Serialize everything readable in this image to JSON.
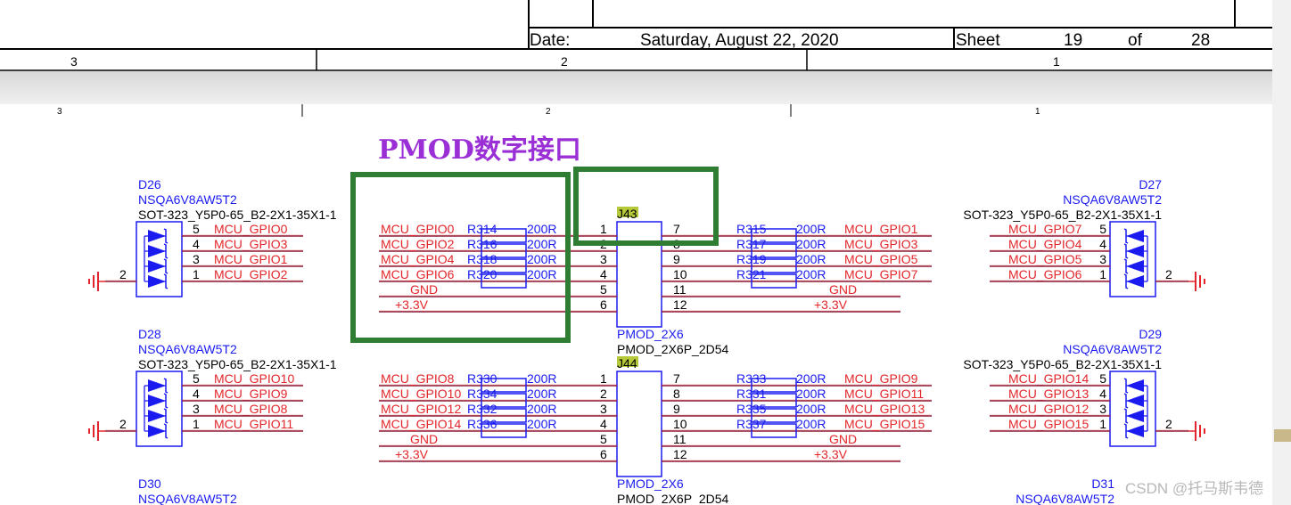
{
  "title_block": {
    "date_label": "Date:",
    "date_value": "Saturday, August 22, 2020",
    "sheet_label": "Sheet",
    "sheet_number": "19",
    "of_label": "of",
    "sheet_total": "28"
  },
  "zones_top": [
    "3",
    "2",
    "1"
  ],
  "zones_page": [
    "3",
    "2",
    "1"
  ],
  "heading": "PMOD数字接口",
  "colors": {
    "net_text": "#e3262b",
    "wire": "#8a1f3c",
    "part": "#1b1bf0",
    "heading": "#9b2fd6",
    "highlight_box": "#2f7d32",
    "ref_highlight": "#b5c93a"
  },
  "diode_arrays": [
    {
      "ref": "D26",
      "part": "NSQA6V8AW5T2",
      "footprint": "SOT-323_Y5P0-65_B2-2X1-35X1-1",
      "gnd_pin": "2",
      "pins": [
        {
          "num": "5",
          "net": "MCU_GPIO0"
        },
        {
          "num": "4",
          "net": "MCU_GPIO3"
        },
        {
          "num": "3",
          "net": "MCU_GPIO1"
        },
        {
          "num": "1",
          "net": "MCU_GPIO2"
        }
      ]
    },
    {
      "ref": "D28",
      "part": "NSQA6V8AW5T2",
      "footprint": "SOT-323_Y5P0-65_B2-2X1-35X1-1",
      "gnd_pin": "2",
      "pins": [
        {
          "num": "5",
          "net": "MCU_GPIO10"
        },
        {
          "num": "4",
          "net": "MCU_GPIO9"
        },
        {
          "num": "3",
          "net": "MCU_GPIO8"
        },
        {
          "num": "1",
          "net": "MCU_GPIO11"
        }
      ]
    },
    {
      "ref": "D30",
      "part": "NSQA6V8AW5T2"
    },
    {
      "ref": "D27",
      "part": "NSQA6V8AW5T2",
      "footprint": "SOT-323_Y5P0-65_B2-2X1-35X1-1",
      "gnd_pin": "2",
      "pins": [
        {
          "num": "5",
          "net": "MCU_GPIO7"
        },
        {
          "num": "4",
          "net": "MCU_GPIO4"
        },
        {
          "num": "3",
          "net": "MCU_GPIO5"
        },
        {
          "num": "1",
          "net": "MCU_GPIO6"
        }
      ]
    },
    {
      "ref": "D29",
      "part": "NSQA6V8AW5T2",
      "footprint": "SOT-323_Y5P0-65_B2-2X1-35X1-1",
      "gnd_pin": "2",
      "pins": [
        {
          "num": "5",
          "net": "MCU_GPIO14"
        },
        {
          "num": "4",
          "net": "MCU_GPIO13"
        },
        {
          "num": "3",
          "net": "MCU_GPIO12"
        },
        {
          "num": "1",
          "net": "MCU_GPIO15"
        }
      ]
    },
    {
      "ref": "D31",
      "part": "NSQA6V8AW5T2"
    }
  ],
  "connectors": [
    {
      "ref": "J43",
      "value": "PMOD_2X6",
      "footprint": "PMOD_2X6P_2D54",
      "left": [
        {
          "pin": "1",
          "net": "MCU_GPIO0",
          "res": "R314",
          "res_val": "200R"
        },
        {
          "pin": "2",
          "net": "MCU_GPIO2",
          "res": "R316",
          "res_val": "200R"
        },
        {
          "pin": "3",
          "net": "MCU_GPIO4",
          "res": "R318",
          "res_val": "200R"
        },
        {
          "pin": "4",
          "net": "MCU_GPIO6",
          "res": "R320",
          "res_val": "200R"
        },
        {
          "pin": "5",
          "net": "GND"
        },
        {
          "pin": "6",
          "net": "+3.3V"
        }
      ],
      "right": [
        {
          "pin": "7",
          "net": "MCU_GPIO1",
          "res": "R315",
          "res_val": "200R"
        },
        {
          "pin": "8",
          "net": "MCU_GPIO3",
          "res": "R317",
          "res_val": "200R"
        },
        {
          "pin": "9",
          "net": "MCU_GPIO5",
          "res": "R319",
          "res_val": "200R"
        },
        {
          "pin": "10",
          "net": "MCU_GPIO7",
          "res": "R321",
          "res_val": "200R"
        },
        {
          "pin": "11",
          "net": "GND"
        },
        {
          "pin": "12",
          "net": "+3.3V"
        }
      ]
    },
    {
      "ref": "J44",
      "value": "PMOD_2X6",
      "footprint": "PMOD_2X6P_2D54",
      "left": [
        {
          "pin": "1",
          "net": "MCU_GPIO8",
          "res": "R330",
          "res_val": "200R"
        },
        {
          "pin": "2",
          "net": "MCU_GPIO10",
          "res": "R334",
          "res_val": "200R"
        },
        {
          "pin": "3",
          "net": "MCU_GPIO12",
          "res": "R332",
          "res_val": "200R"
        },
        {
          "pin": "4",
          "net": "MCU_GPIO14",
          "res": "R336",
          "res_val": "200R"
        },
        {
          "pin": "5",
          "net": "GND"
        },
        {
          "pin": "6",
          "net": "+3.3V"
        }
      ],
      "right": [
        {
          "pin": "7",
          "net": "MCU_GPIO9",
          "res": "R333",
          "res_val": "200R"
        },
        {
          "pin": "8",
          "net": "MCU_GPIO11",
          "res": "R331",
          "res_val": "200R"
        },
        {
          "pin": "9",
          "net": "MCU_GPIO13",
          "res": "R335",
          "res_val": "200R"
        },
        {
          "pin": "10",
          "net": "MCU_GPIO15",
          "res": "R337",
          "res_val": "200R"
        },
        {
          "pin": "11",
          "net": "GND"
        },
        {
          "pin": "12",
          "net": "+3.3V"
        }
      ]
    }
  ],
  "watermark": "CSDN @托马斯韦德"
}
